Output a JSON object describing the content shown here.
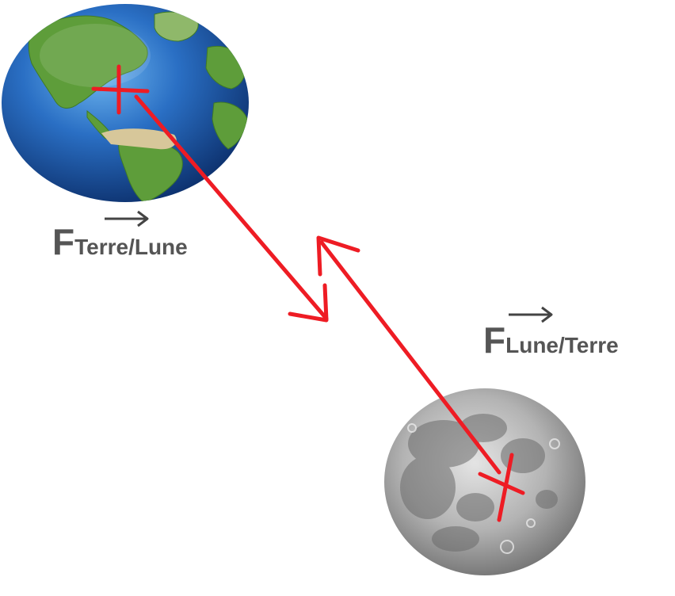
{
  "labels": {
    "force_earth_on_moon": {
      "letter": "F",
      "subscript": "Terre/Lune"
    },
    "force_moon_on_earth": {
      "letter": "F",
      "subscript": "Lune/Terre"
    }
  },
  "colors": {
    "force_arrow": "#ee1c24",
    "center_mark": "#ee1c24",
    "label_text": "#555555",
    "vector_arrow": "#444444",
    "ocean": "#2a6fc4",
    "land": "#5e9d3a",
    "moon": "#9a9a9a"
  },
  "icons": {
    "earth": "earth-globe",
    "moon": "full-moon",
    "center_marker": "cross-mark"
  }
}
